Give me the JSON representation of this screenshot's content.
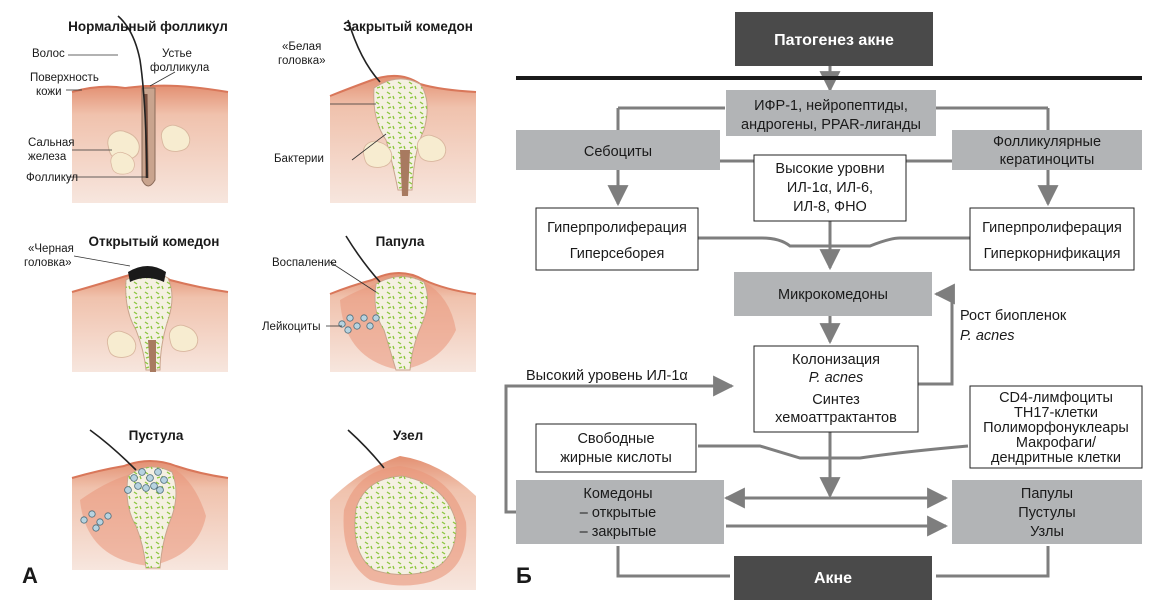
{
  "panel_a": {
    "letter": "A",
    "titles": {
      "normal": "Нормальный фолликул",
      "closed": "Закрытый комедон",
      "open": "Открытый комедон",
      "papule": "Папула",
      "pustule": "Пустула",
      "node": "Узел"
    },
    "labels": {
      "hair": "Волос",
      "orifice_1": "Устье",
      "orifice_2": "фолликула",
      "surface_1": "Поверхность",
      "surface_2": "кожи",
      "gland_1": "Сальная",
      "gland_2": "железа",
      "follicle": "Фолликул",
      "whitehead_1": "«Белая",
      "whitehead_2": "головка»",
      "bacteria": "Бактерии",
      "blackhead_1": "«Черная",
      "blackhead_2": "головка»",
      "inflammation": "Воспаление",
      "leukocytes": "Лейкоциты"
    }
  },
  "panel_b": {
    "letter": "Б",
    "header": "Патогенез акне",
    "factors_1": "ИФР-1, нейропептиды,",
    "factors_2": "андрогены, PPAR-лиганды",
    "sebocytes": "Себоциты",
    "keratinocytes_1": "Фолликулярные",
    "keratinocytes_2": "кератиноциты",
    "cytokines_1": "Высокие уровни",
    "cytokines_2": "ИЛ-1α, ИЛ-6,",
    "cytokines_3": "ИЛ-8, ФНО",
    "hyper_left_1": "Гиперпролиферация",
    "hyper_left_2": "Гиперсеборея",
    "hyper_right_1": "Гиперпролиферация",
    "hyper_right_2": "Гиперкорнификация",
    "microcomedones": "Микрокомедоны",
    "biofilm_1": "Рост биопленок",
    "biofilm_2": "P. acnes",
    "colonization_1": "Колонизация",
    "colonization_2": "P. acnes",
    "colonization_3": "Синтез",
    "colonization_4": "хемоаттрактантов",
    "il1": "Высокий уровень ИЛ-1α",
    "cells_1": "CD4-лимфоциты",
    "cells_2": "TH17-клетки",
    "cells_3": "Полиморфонуклеары",
    "cells_4": "Макрофаги/",
    "cells_5": "дендритные клетки",
    "ffa_1": "Свободные",
    "ffa_2": "жирные кислоты",
    "comedones_1": "Комедоны",
    "comedones_2": "– открытые",
    "comedones_3": "– закрытые",
    "lesions_1": "Папулы",
    "lesions_2": "Пустулы",
    "lesions_3": "Узлы",
    "footer": "Акне"
  },
  "colors": {
    "dark_box": "#4a4a4a",
    "gray_box": "#b2b4b6",
    "line": "#7e7e7e",
    "skin": "#e8a385",
    "skin_light": "#f4dcd2",
    "gland": "#f7ecd0",
    "bacteria": "#8cc63f",
    "leukocyte": "#b7d3e0"
  }
}
